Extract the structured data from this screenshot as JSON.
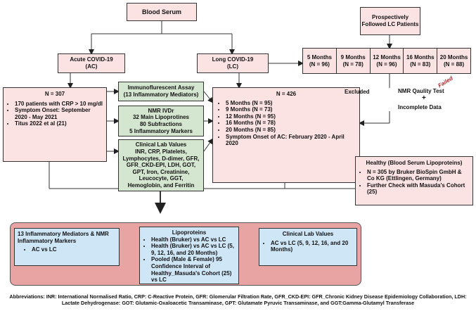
{
  "blood_serum": "Blood Serum",
  "prospective": "Prospectively Followed LC Patients",
  "acute": {
    "title": "Acute COVID-19",
    "abbr": "(AC)"
  },
  "long": {
    "title": "Long COVID-19",
    "abbr": "(LC)"
  },
  "months": [
    {
      "label": "5 Months",
      "n": "(N = 96)"
    },
    {
      "label": "9 Months",
      "n": "(N = 78)"
    },
    {
      "label": "12 Months",
      "n": "(N = 96)"
    },
    {
      "label": "16 Months",
      "n": "(N = 83)"
    },
    {
      "label": "20 Months",
      "n": "(N = 88)"
    }
  ],
  "ac_box": {
    "n": "N = 307",
    "items": [
      "170 patients with CRP > 10 mg/dl",
      "Symptom Onset: September 2020 - May 2021",
      "Titus 2022 et al (21)"
    ]
  },
  "immuno": {
    "title": "Immunoflurescent Assay",
    "sub": "(13 Inflammatory Mediators)"
  },
  "nmr": {
    "lines": [
      "NMR IVDr",
      "32 Main Lipoprotines",
      "80 Subfractions",
      "5 Inflammatory Markers"
    ]
  },
  "clinical": {
    "title": "Clinical Lab Values",
    "body": "INR, CRP, Platelets, Lymphocytes, D-dimer, GFR, GFR_CKD-EPI, LDH, GOT, GPT, Iron, Creatinine, Leucocyte, GGT, Hemoglobin, and Ferritin"
  },
  "lc_box": {
    "n": "N = 426",
    "items": [
      "5 Months (N = 95)",
      "9 Months (N = 73)",
      "12 Months (N = 95)",
      "16 Months (N = 78)",
      "20 Months (N = 85)",
      "Symptom Onset of AC: February 2020 - April 2020"
    ]
  },
  "excluded": "Excluded",
  "nmr_test": "NMR Qaulity Test",
  "failed": "Failed",
  "plus": "+",
  "incomplete": "Incomplete Data",
  "healthy": {
    "title": "Healthy (Blood Serum Lipoproteins)",
    "items": [
      "N = 305 by Bruker BioSpin GmbH & Co KG (Ettlingen, Germany)",
      "Further Check with Masuda's Cohort (25)"
    ]
  },
  "result_left": {
    "title": "13 Inflammatory Mediators & NMR Inflammatory Markers",
    "items": [
      "AC vs LC"
    ]
  },
  "result_mid": {
    "title": "Lipoproteins",
    "items": [
      "Health (Bruker) vs AC vs LC",
      "Health (Bruker) vs AC vs LC (5, 9, 12, 16, and 20 Months)",
      "Pooled (Male & Female) 95 Confidence Interval of Healthy_Masuda's Cohort (25) vs LC"
    ]
  },
  "result_right": {
    "title": "Clinical Lab Values",
    "items": [
      "AC vs LC (5, 9, 12, 16, and 20 Months)"
    ]
  },
  "abbreviations": "Abbreviations: INR: International Normalised Ratio, CRP: C-Reactive Protein, GFR: Glomerular Filtration Rate, GFR_CKD-EPI: GFR_Chronic Kidney Disease Epidemiology Collaboration, LDH: Lactate Dehydrogenase: GOT: Glutamic-Oxaloacetic Transaminase, GPT: Glutamate Pyruvic Transaminase, and GGT:Gamma-Glutamyl Transferase",
  "colors": {
    "pink_fill": "#fbe3e3",
    "green_fill": "#d5e6d0",
    "blue_fill": "#cfe6f7",
    "outer_result": "#e8a3a3",
    "failed_red": "#b02a2a"
  }
}
